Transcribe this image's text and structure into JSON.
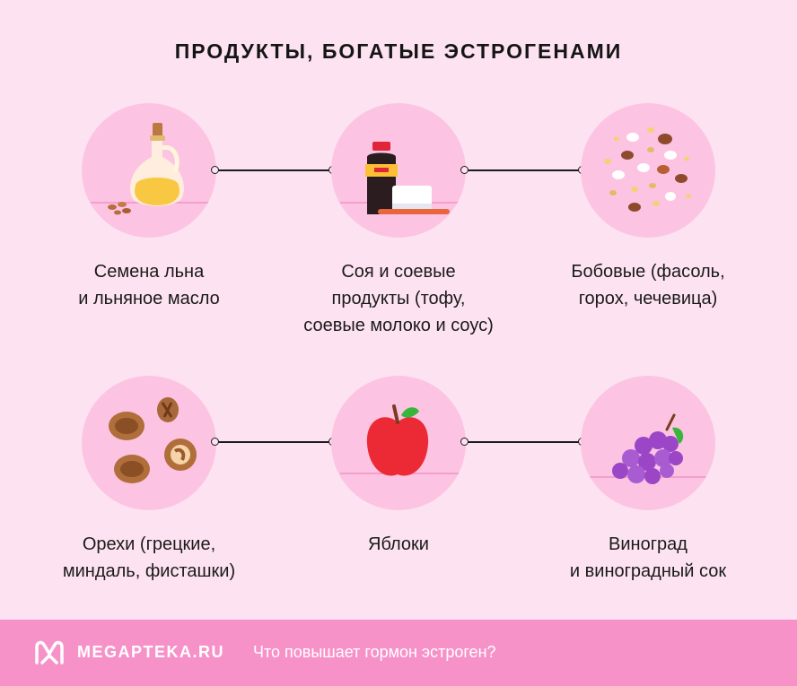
{
  "title": "ПРОДУКТЫ, БОГАТЫЕ ЭСТРОГЕНАМИ",
  "items": [
    {
      "label": "Семена льна\nи льняное масло",
      "icon": "flax-oil-icon"
    },
    {
      "label": "Соя и соевые\nпродукты (тофу,\nсоевые молоко и соус)",
      "icon": "soy-products-icon"
    },
    {
      "label": "Бобовые (фасоль,\nгорох, чечевица)",
      "icon": "legumes-icon"
    },
    {
      "label": "Орехи (грецкие,\nминдаль, фисташки)",
      "icon": "nuts-icon"
    },
    {
      "label": "Яблоки",
      "icon": "apple-icon"
    },
    {
      "label": "Виноград\nи виноградный сок",
      "icon": "grapes-icon"
    }
  ],
  "footer": {
    "brand": "MEGAPTEKA.RU",
    "brand_icon": "megapteka-logo-icon",
    "question": "Что повышает гормон эстроген?"
  },
  "colors": {
    "background": "#fde3f1",
    "circle": "#fcc4e2",
    "footer": "#f792c9"
  }
}
